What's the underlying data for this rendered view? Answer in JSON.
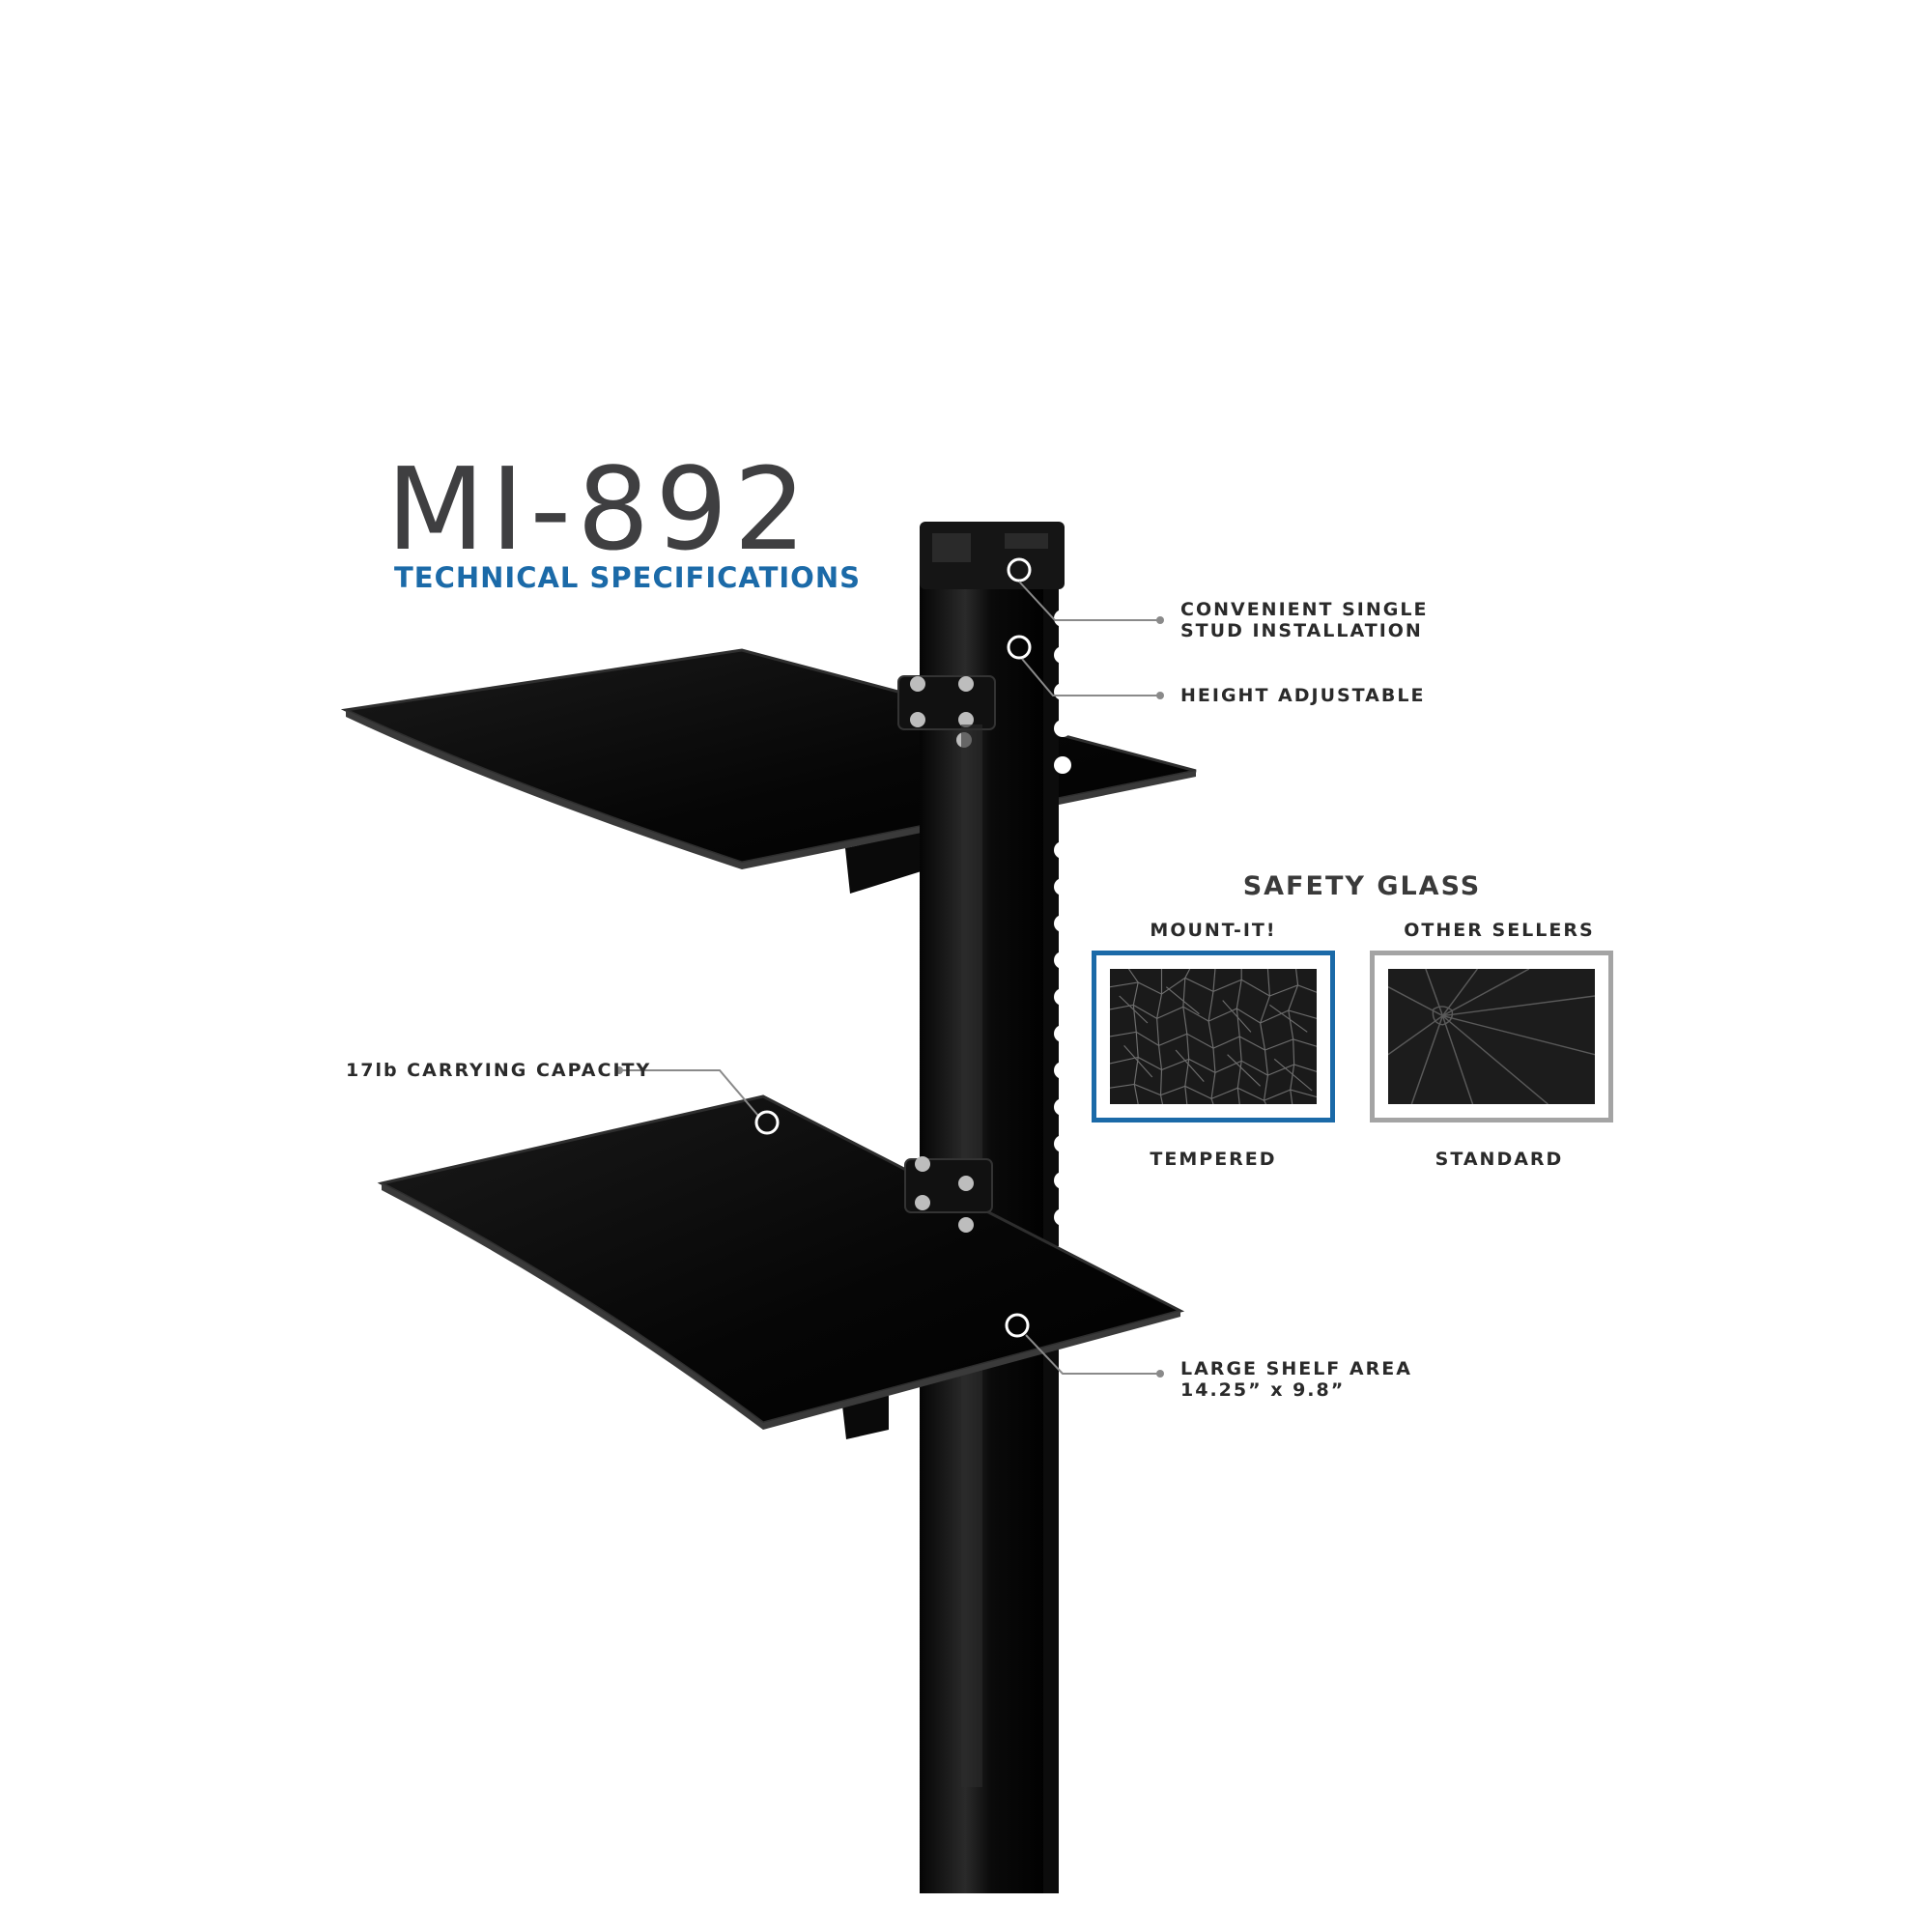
{
  "header": {
    "model": "MI-892",
    "subtitle": "TECHNICAL SPECIFICATIONS"
  },
  "callouts": {
    "stud": [
      "CONVENIENT SINGLE",
      "STUD INSTALLATION"
    ],
    "height": "HEIGHT ADJUSTABLE",
    "capacity": "17lb CARRYING CAPACITY",
    "shelf_area": [
      "LARGE SHELF AREA",
      "14.25” x 9.8”"
    ]
  },
  "safety_glass": {
    "heading": "SAFETY GLASS",
    "columns": [
      {
        "header": "MOUNT-IT!",
        "caption": "TEMPERED",
        "frame_color": "#1b6aa8"
      },
      {
        "header": "OTHER SELLERS",
        "caption": "STANDARD",
        "frame_color": "#a4a4a4"
      }
    ]
  },
  "colors": {
    "title": "#3f3f41",
    "accent": "#1b6aa8",
    "leader_line": "#8a8a8a",
    "product": "#0b0b0b"
  }
}
